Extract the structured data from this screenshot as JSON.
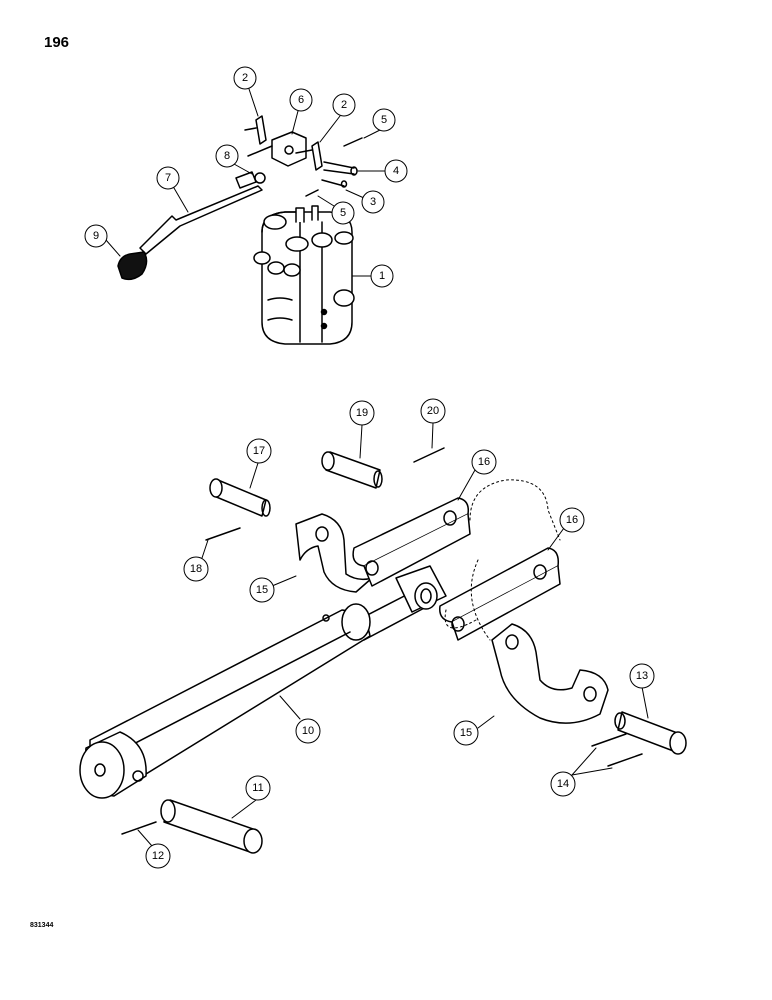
{
  "page": {
    "number": "196",
    "drawing_code": "831344"
  },
  "callouts": [
    {
      "label": "1"
    },
    {
      "label": "2"
    },
    {
      "label": "6"
    },
    {
      "label": "2"
    },
    {
      "label": "5"
    },
    {
      "label": "8"
    },
    {
      "label": "4"
    },
    {
      "label": "3"
    },
    {
      "label": "5"
    },
    {
      "label": "7"
    },
    {
      "label": "9"
    },
    {
      "label": "19"
    },
    {
      "label": "20"
    },
    {
      "label": "17"
    },
    {
      "label": "16"
    },
    {
      "label": "16"
    },
    {
      "label": "18"
    },
    {
      "label": "15"
    },
    {
      "label": "15"
    },
    {
      "label": "10"
    },
    {
      "label": "13"
    },
    {
      "label": "14"
    },
    {
      "label": "11"
    },
    {
      "label": "12"
    }
  ]
}
